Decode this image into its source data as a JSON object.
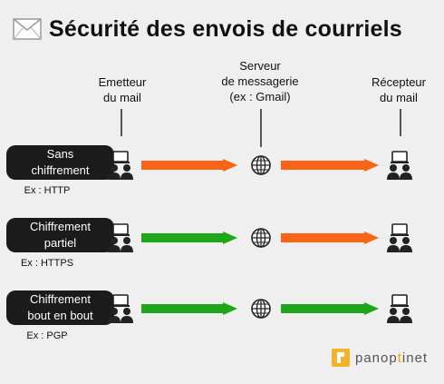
{
  "title": "Sécurité des envois de courriels",
  "columns": {
    "sender": [
      "Emetteur",
      "du mail"
    ],
    "server": [
      "Serveur",
      "de messagerie",
      "(ex : Gmail)"
    ],
    "receiver": [
      "Récepteur",
      "du mail"
    ]
  },
  "rows": [
    {
      "label": [
        "Sans",
        "chiffrement"
      ],
      "example": "Ex : HTTP",
      "first_hop": "unencrypted",
      "second_hop": "unencrypted"
    },
    {
      "label": [
        "Chiffrement",
        "partiel"
      ],
      "example": "Ex : HTTPS",
      "first_hop": "encrypted",
      "second_hop": "unencrypted"
    },
    {
      "label": [
        "Chiffrement",
        "bout en bout"
      ],
      "example": "Ex : PGP",
      "first_hop": "encrypted",
      "second_hop": "encrypted"
    }
  ],
  "colors": {
    "unencrypted": "#fb6416",
    "encrypted": "#1fa51a",
    "pill": "#1b1b1b"
  },
  "logo": {
    "prefix": "panop",
    "accent": "t",
    "suffix": "inet"
  }
}
